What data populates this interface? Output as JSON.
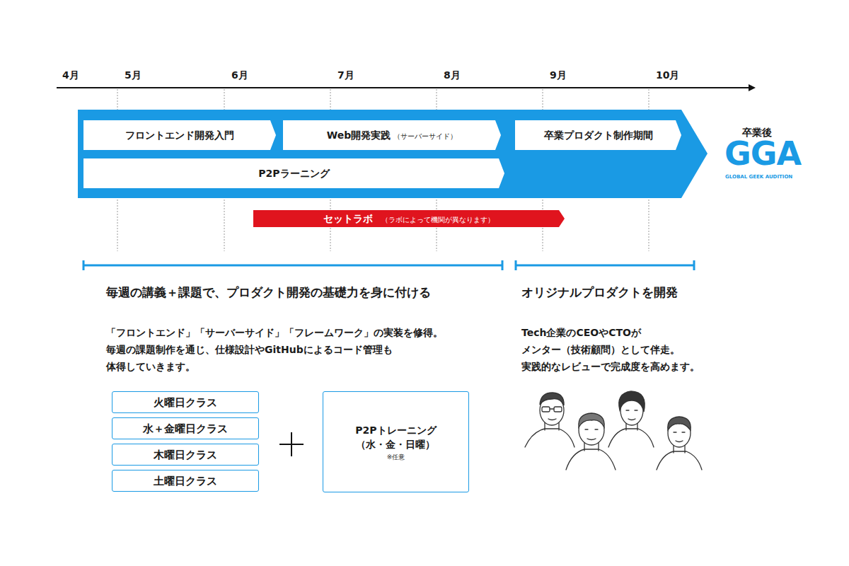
{
  "diagram": {
    "nodes": [
      {
        "text": [
          "フロントエンド開発入門"
        ]
      },
      {
        "text": [
          "Web開発実践",
          "（サーバーサイド）"
        ]
      },
      {
        "text": [
          "卒業プロダクト制作期間"
        ]
      },
      {
        "text": [
          "P2Pラーニング"
        ]
      },
      {
        "text": [
          "セットラボ",
          "（ラボによって機関が異なります）"
        ]
      },
      {
        "text": [
          "火曜日クラス"
        ]
      },
      {
        "text": [
          "水＋金曜日クラス"
        ]
      },
      {
        "text": [
          "木曜日クラス"
        ]
      },
      {
        "text": [
          "土曜日クラス"
        ]
      },
      {
        "text": [
          "P2Pトレーニング （水・金・日曜）",
          "※任意"
        ]
      }
    ],
    "labels": [
      "4月",
      "5月",
      "6月",
      "7月",
      "8月",
      "9月",
      "10月",
      "卒業後",
      "GGA",
      "GLOBAL GEEK AUDITION",
      "毎週の講義＋課題で、プロダクト開発の基礎力を身に付ける",
      "オリジナルプロダクトを開発",
      "「フロントエンド」「サーバーサイド」「フレームワーク」の実装を修得。 毎週の課題制作を通じ、仕様設計やGitHubによるコード管理も 体得していきます。",
      "Tech企業のCEOやCTOが メンター（技術顧問）として伴走。 実践的なレビューで完成度を高めます。"
    ]
  }
}
